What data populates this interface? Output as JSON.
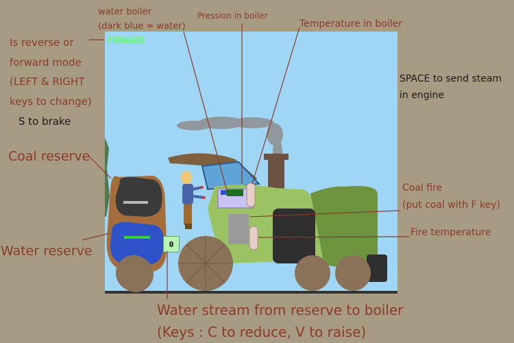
{
  "mode_indicator": {
    "text": "FORWARD",
    "color": "#5cff5c"
  },
  "annotations": {
    "reverse_mode": [
      "Is reverse or",
      "forward mode",
      "(LEFT & RIGHT",
      "keys to change)"
    ],
    "brake": "S to brake",
    "water_boiler": [
      "water boiler",
      "(dark blue = water)"
    ],
    "pression": "Pression in boiler",
    "temperature": "Temperature in boiler",
    "space_steam": [
      "SPACE to send steam",
      "in engine"
    ],
    "coal_reserve": "Coal reserve",
    "water_reserve": "Water reserve",
    "coal_fire": [
      "Coal fire",
      "(put coal with F key)"
    ],
    "fire_temperature": "Fire temperature",
    "water_stream": [
      "Water stream from reserve to boiler",
      "(Keys : C to reduce, V to raise)"
    ]
  },
  "water_stream_value": "0",
  "gauges": {
    "boiler_water_level": 0.5,
    "coal_reserve_level": 0.5,
    "water_reserve_level": 0.5
  },
  "colors": {
    "background": "#a79b84",
    "sky": "#9fd6f5",
    "annotation_text": "#8c3a2a",
    "locomotive_body": "#9bc363",
    "wheel": "#8a7258",
    "coal": "#3a3a3a",
    "water": "#2e52c8"
  }
}
